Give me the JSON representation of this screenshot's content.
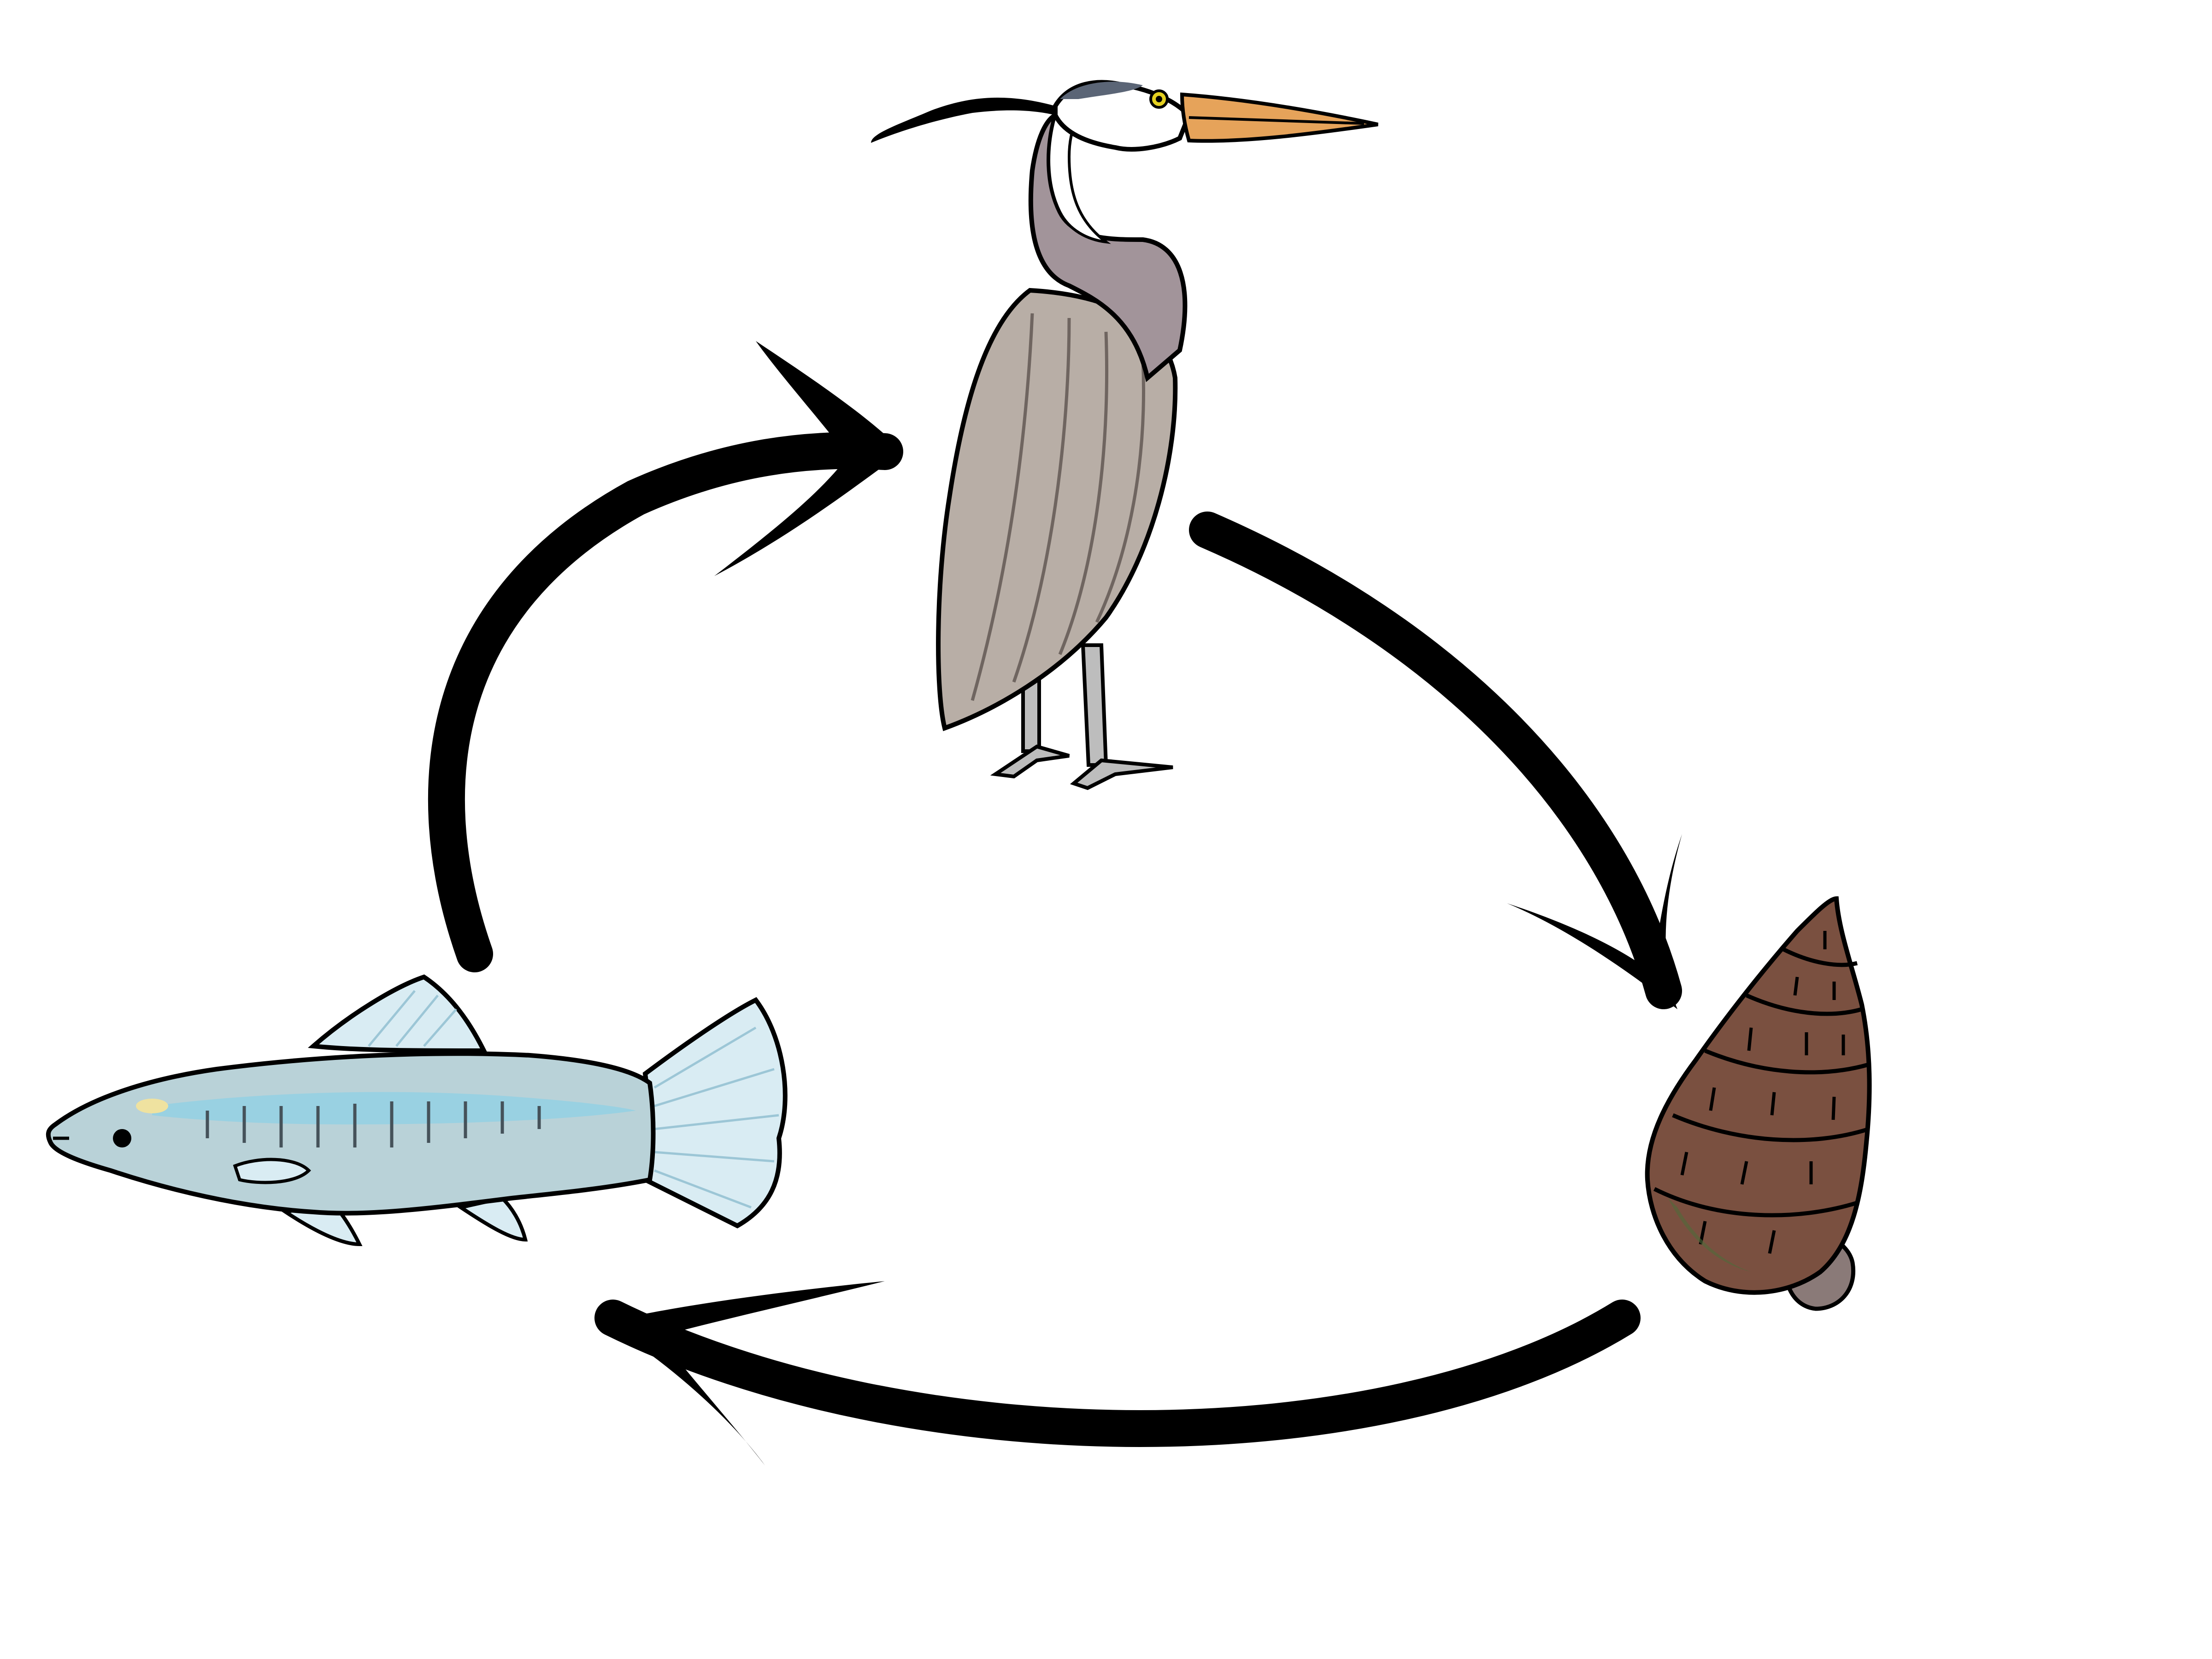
{
  "diagram": {
    "type": "cycle",
    "nodes": [
      {
        "id": "heron",
        "icon": "heron-icon",
        "label": ""
      },
      {
        "id": "snail",
        "icon": "snail-icon",
        "label": ""
      },
      {
        "id": "fish",
        "icon": "fish-icon",
        "label": ""
      }
    ],
    "edges": [
      {
        "from": "heron",
        "to": "snail"
      },
      {
        "from": "snail",
        "to": "fish"
      },
      {
        "from": "fish",
        "to": "heron"
      }
    ],
    "colors": {
      "background": "#ffffff",
      "arrow": "#000000",
      "heron_body": "#b8aea6",
      "heron_neck": "#a2949a",
      "heron_beak": "#e6a35a",
      "snail_shell": "#7a5040",
      "fish_body": "#b9d2d8",
      "fish_stripe": "#8fd0e6",
      "fish_fin": "#d9ecf3"
    }
  }
}
